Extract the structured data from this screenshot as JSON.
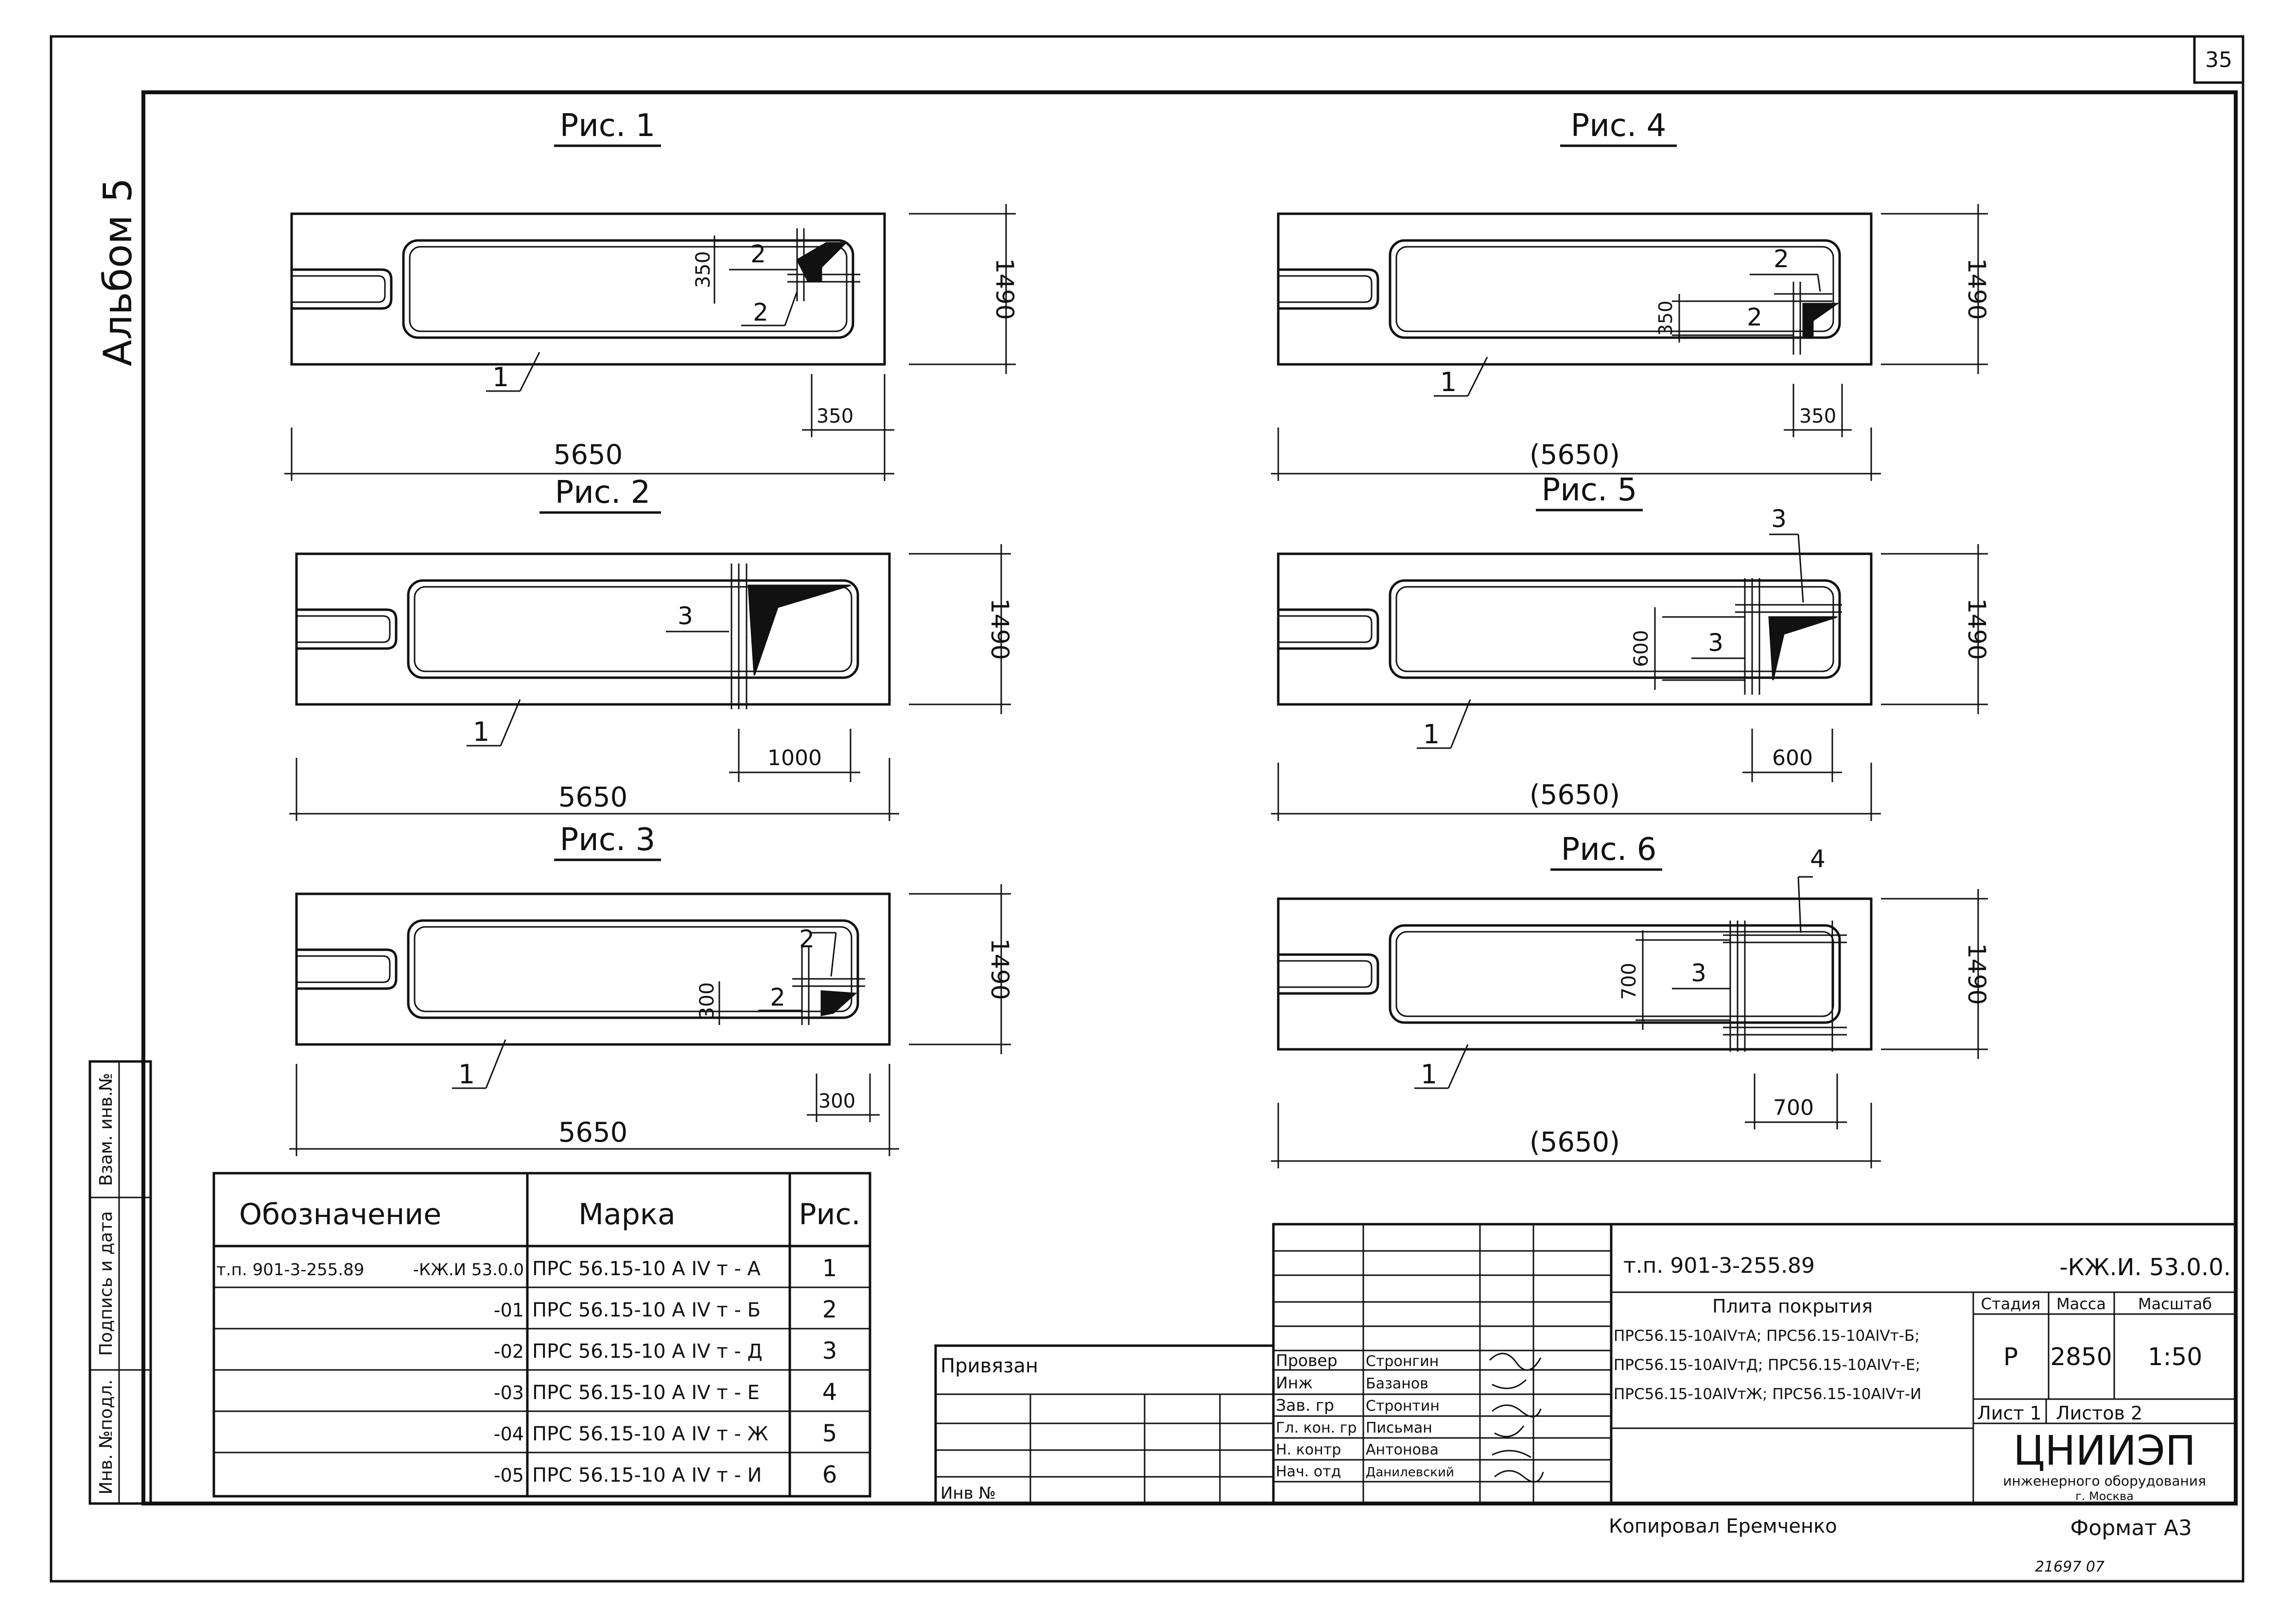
{
  "sheet": {
    "page_number": "35",
    "album": "Альбом 5",
    "format": "Формат А3",
    "copied_by": "Копировал  Еремченко",
    "stamp_number": "21697 07"
  },
  "side_stamp": {
    "labels": [
      "Инв. №подл.",
      "Подпись и дата",
      "Взам. инв.№"
    ]
  },
  "figures": [
    {
      "title": "Рис. 1",
      "width_label": "5650",
      "height_label": "1490",
      "opening_label": "350",
      "offset_label": "350",
      "callouts": [
        "2",
        "2"
      ],
      "slab_label": "1"
    },
    {
      "title": "Рис. 2",
      "width_label": "5650",
      "height_label": "1490",
      "opening_label": "1000",
      "offset_label": "",
      "callouts": [
        "3"
      ],
      "slab_label": "1"
    },
    {
      "title": "Рис. 3",
      "width_label": "5650",
      "height_label": "1490",
      "opening_label": "300",
      "offset_label": "300",
      "callouts": [
        "2",
        "2"
      ],
      "slab_label": "1"
    },
    {
      "title": "Рис. 4",
      "width_label": "(5650)",
      "height_label": "1490",
      "opening_label": "350",
      "offset_label": "350",
      "callouts": [
        "2",
        "2"
      ],
      "slab_label": "1"
    },
    {
      "title": "Рис. 5",
      "width_label": "(5650)",
      "height_label": "1490",
      "opening_label": "600",
      "offset_label": "600",
      "callouts": [
        "3",
        "3"
      ],
      "slab_label": "1"
    },
    {
      "title": "Рис. 6",
      "width_label": "(5650)",
      "height_label": "1490",
      "opening_label": "700",
      "offset_label": "700",
      "callouts": [
        "4",
        "3"
      ],
      "slab_label": "1"
    }
  ],
  "spec_table": {
    "headers": [
      "Обозначение",
      "Марка",
      "Рис."
    ],
    "rows": [
      {
        "designation": "т.п. 901-3-255.89",
        "suffix": "-КЖ.И 53.0.0",
        "mark": "ПРС 56.15-10 А IV т - А",
        "fig": "1"
      },
      {
        "designation": "",
        "suffix": "-01",
        "mark": "ПРС 56.15-10 А IV т - Б",
        "fig": "2"
      },
      {
        "designation": "",
        "suffix": "-02",
        "mark": "ПРС 56.15-10 А IV т - Д",
        "fig": "3"
      },
      {
        "designation": "",
        "suffix": "-03",
        "mark": "ПРС 56.15-10 А IV т - Е",
        "fig": "4"
      },
      {
        "designation": "",
        "suffix": "-04",
        "mark": "ПРС 56.15-10 А IV т - Ж",
        "fig": "5"
      },
      {
        "designation": "",
        "suffix": "-05",
        "mark": "ПРС 56.15-10 А IV т - И",
        "fig": "6"
      }
    ]
  },
  "title_block": {
    "privyazan": "Привязан",
    "inv_no": "Инв №",
    "doc_code": "т.п. 901-3-255.89",
    "doc_suffix": "-КЖ.И. 53.0.0.",
    "title_lines": [
      "Плита  покрытия",
      "ПРС56.15-10АIVтА; ПРС56.15-10АIVт-Б;",
      "ПРС56.15-10АIVтД; ПРС56.15-10АIVт-Е;",
      "ПРС56.15-10АIVтЖ; ПРС56.15-10АIVт-И"
    ],
    "stage_header": "Стадия",
    "mass_header": "Масса",
    "scale_header": "Масштаб",
    "stage": "Р",
    "mass": "2850",
    "scale": "1:50",
    "sheet_label": "Лист 1",
    "sheets_label": "Листов 2",
    "org": "ЦНИИЭП",
    "org_sub": "инженерного оборудования",
    "city": "г. Москва",
    "signatures": [
      {
        "role": "Провер",
        "name": "Стронгин"
      },
      {
        "role": "Инж",
        "name": "Базанов"
      },
      {
        "role": "Зав. гр",
        "name": "Стронтин"
      },
      {
        "role": "Гл. кон. гр",
        "name": "Письман"
      },
      {
        "role": "Н. контр",
        "name": "Антонова"
      },
      {
        "role": "Нач. отд",
        "name": "Данилевский"
      }
    ]
  }
}
